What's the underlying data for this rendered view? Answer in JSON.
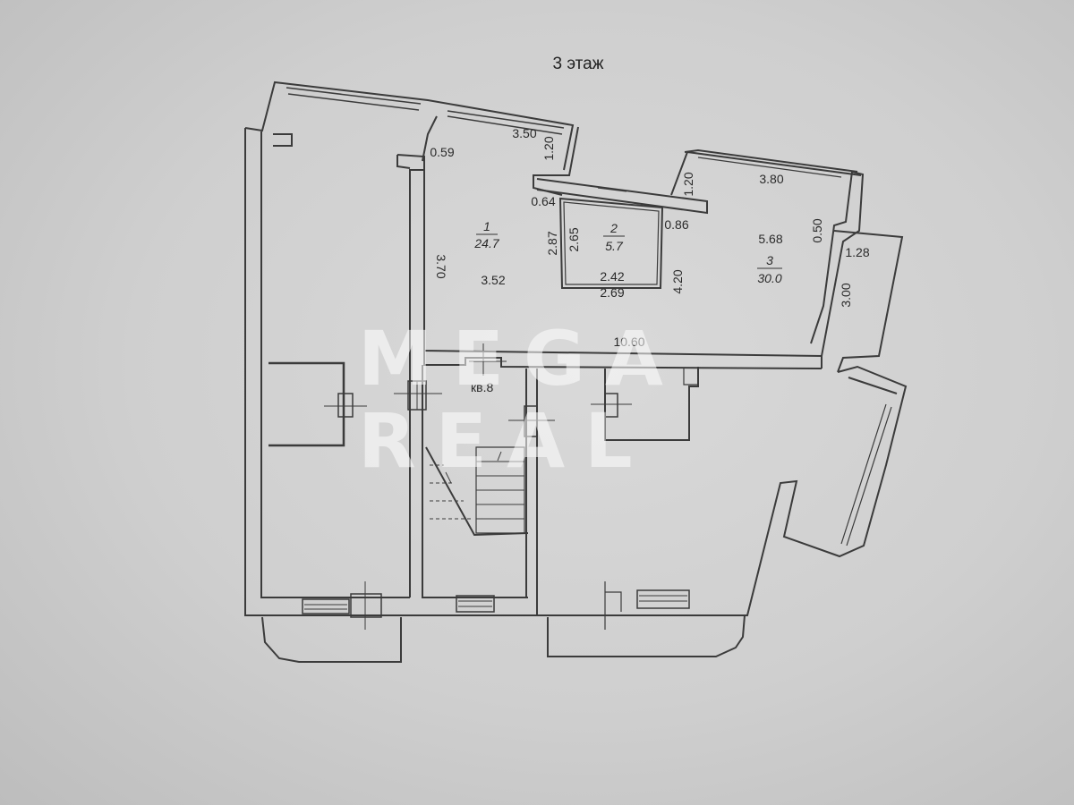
{
  "title": "3 этаж",
  "apartment_label": "кв.8",
  "rooms": [
    {
      "number": "1",
      "area": "24.7"
    },
    {
      "number": "2",
      "area": "5.7"
    },
    {
      "number": "3",
      "area": "30.0"
    }
  ],
  "dimensions": [
    "3.50",
    "0.59",
    "1.20",
    "0.64",
    "2.87",
    "2.65",
    "3.70",
    "3.52",
    "2.42",
    "2.69",
    "4.20",
    "0.86",
    "1.20",
    "3.80",
    "0.50",
    "5.68",
    "1.28",
    "3.00",
    "10.60"
  ],
  "watermark": {
    "line1": "MEGA",
    "line2": "REAL"
  },
  "colors": {
    "line": "#3b3b3b",
    "paper": "#cfcfcf",
    "watermark": "#ffffff"
  }
}
